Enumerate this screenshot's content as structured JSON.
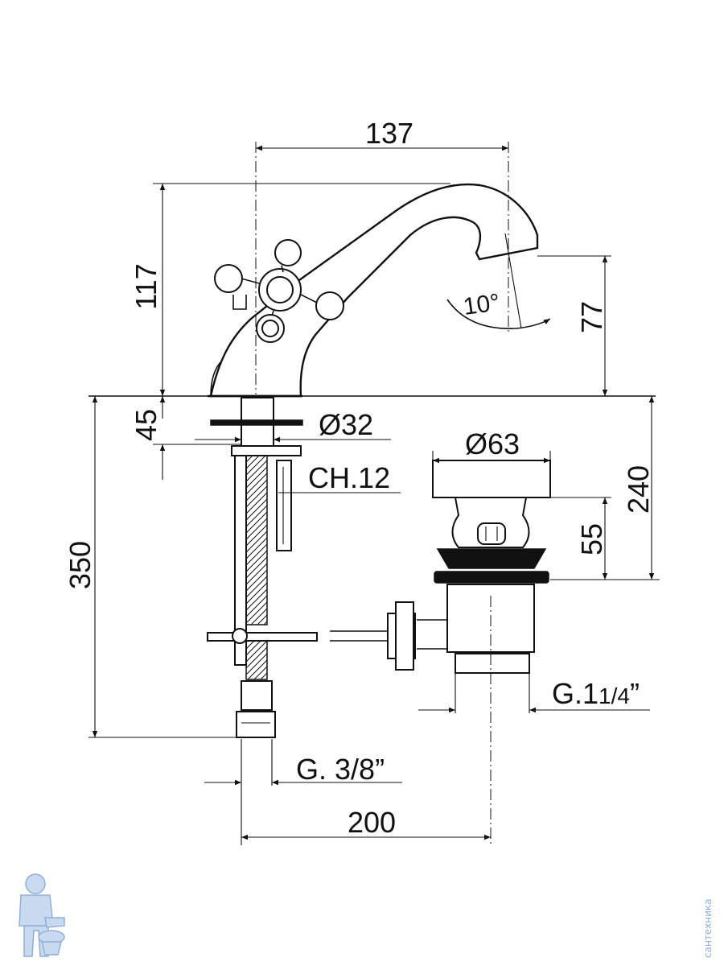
{
  "dimensions": {
    "spout_reach": "137",
    "total_height": "117",
    "spout_height": "77",
    "spout_angle": "10°",
    "deck_thickness": "45",
    "shank_diameter": "Ø32",
    "wrench_size": "CH.12",
    "waste_diameter": "Ø63",
    "under_deck_depth": "240",
    "waste_head_height": "55",
    "overall_below_deck": "350",
    "supply_thread_prefix": "G.",
    "supply_thread_fraction": "3/8",
    "supply_thread_unit": "”",
    "waste_thread_prefix": "G.1",
    "waste_thread_fraction": "1/4",
    "waste_thread_unit": "”",
    "center_distance": "200"
  },
  "watermark": {
    "logo_icon": "plumber-mascot-icon",
    "side_text": "сантехника",
    "color": "#8fb0d8"
  }
}
